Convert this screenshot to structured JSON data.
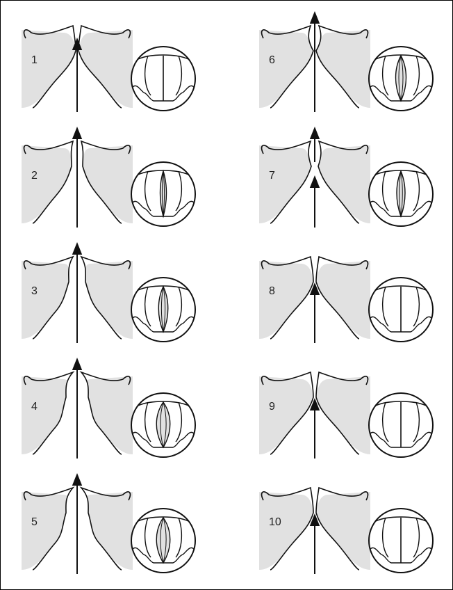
{
  "figure": {
    "description_labels": [
      "1",
      "2",
      "3",
      "4",
      "5",
      "6",
      "7",
      "8",
      "9",
      "10"
    ],
    "colors": {
      "tissue": "#e1e1e1",
      "outline": "#111111",
      "background": "#ffffff"
    },
    "panels": [
      {
        "label": "1",
        "stage": "closed-arrow-below"
      },
      {
        "label": "2",
        "stage": "slightly-open"
      },
      {
        "label": "3",
        "stage": "open"
      },
      {
        "label": "4",
        "stage": "wide-open"
      },
      {
        "label": "5",
        "stage": "wide-open"
      },
      {
        "label": "6",
        "stage": "upper-open-lower-closed"
      },
      {
        "label": "7",
        "stage": "upper-open-lower-opening"
      },
      {
        "label": "8",
        "stage": "closed-arrow-below"
      },
      {
        "label": "9",
        "stage": "closed-arrow-below"
      },
      {
        "label": "10",
        "stage": "closed-arrow-below"
      }
    ]
  }
}
